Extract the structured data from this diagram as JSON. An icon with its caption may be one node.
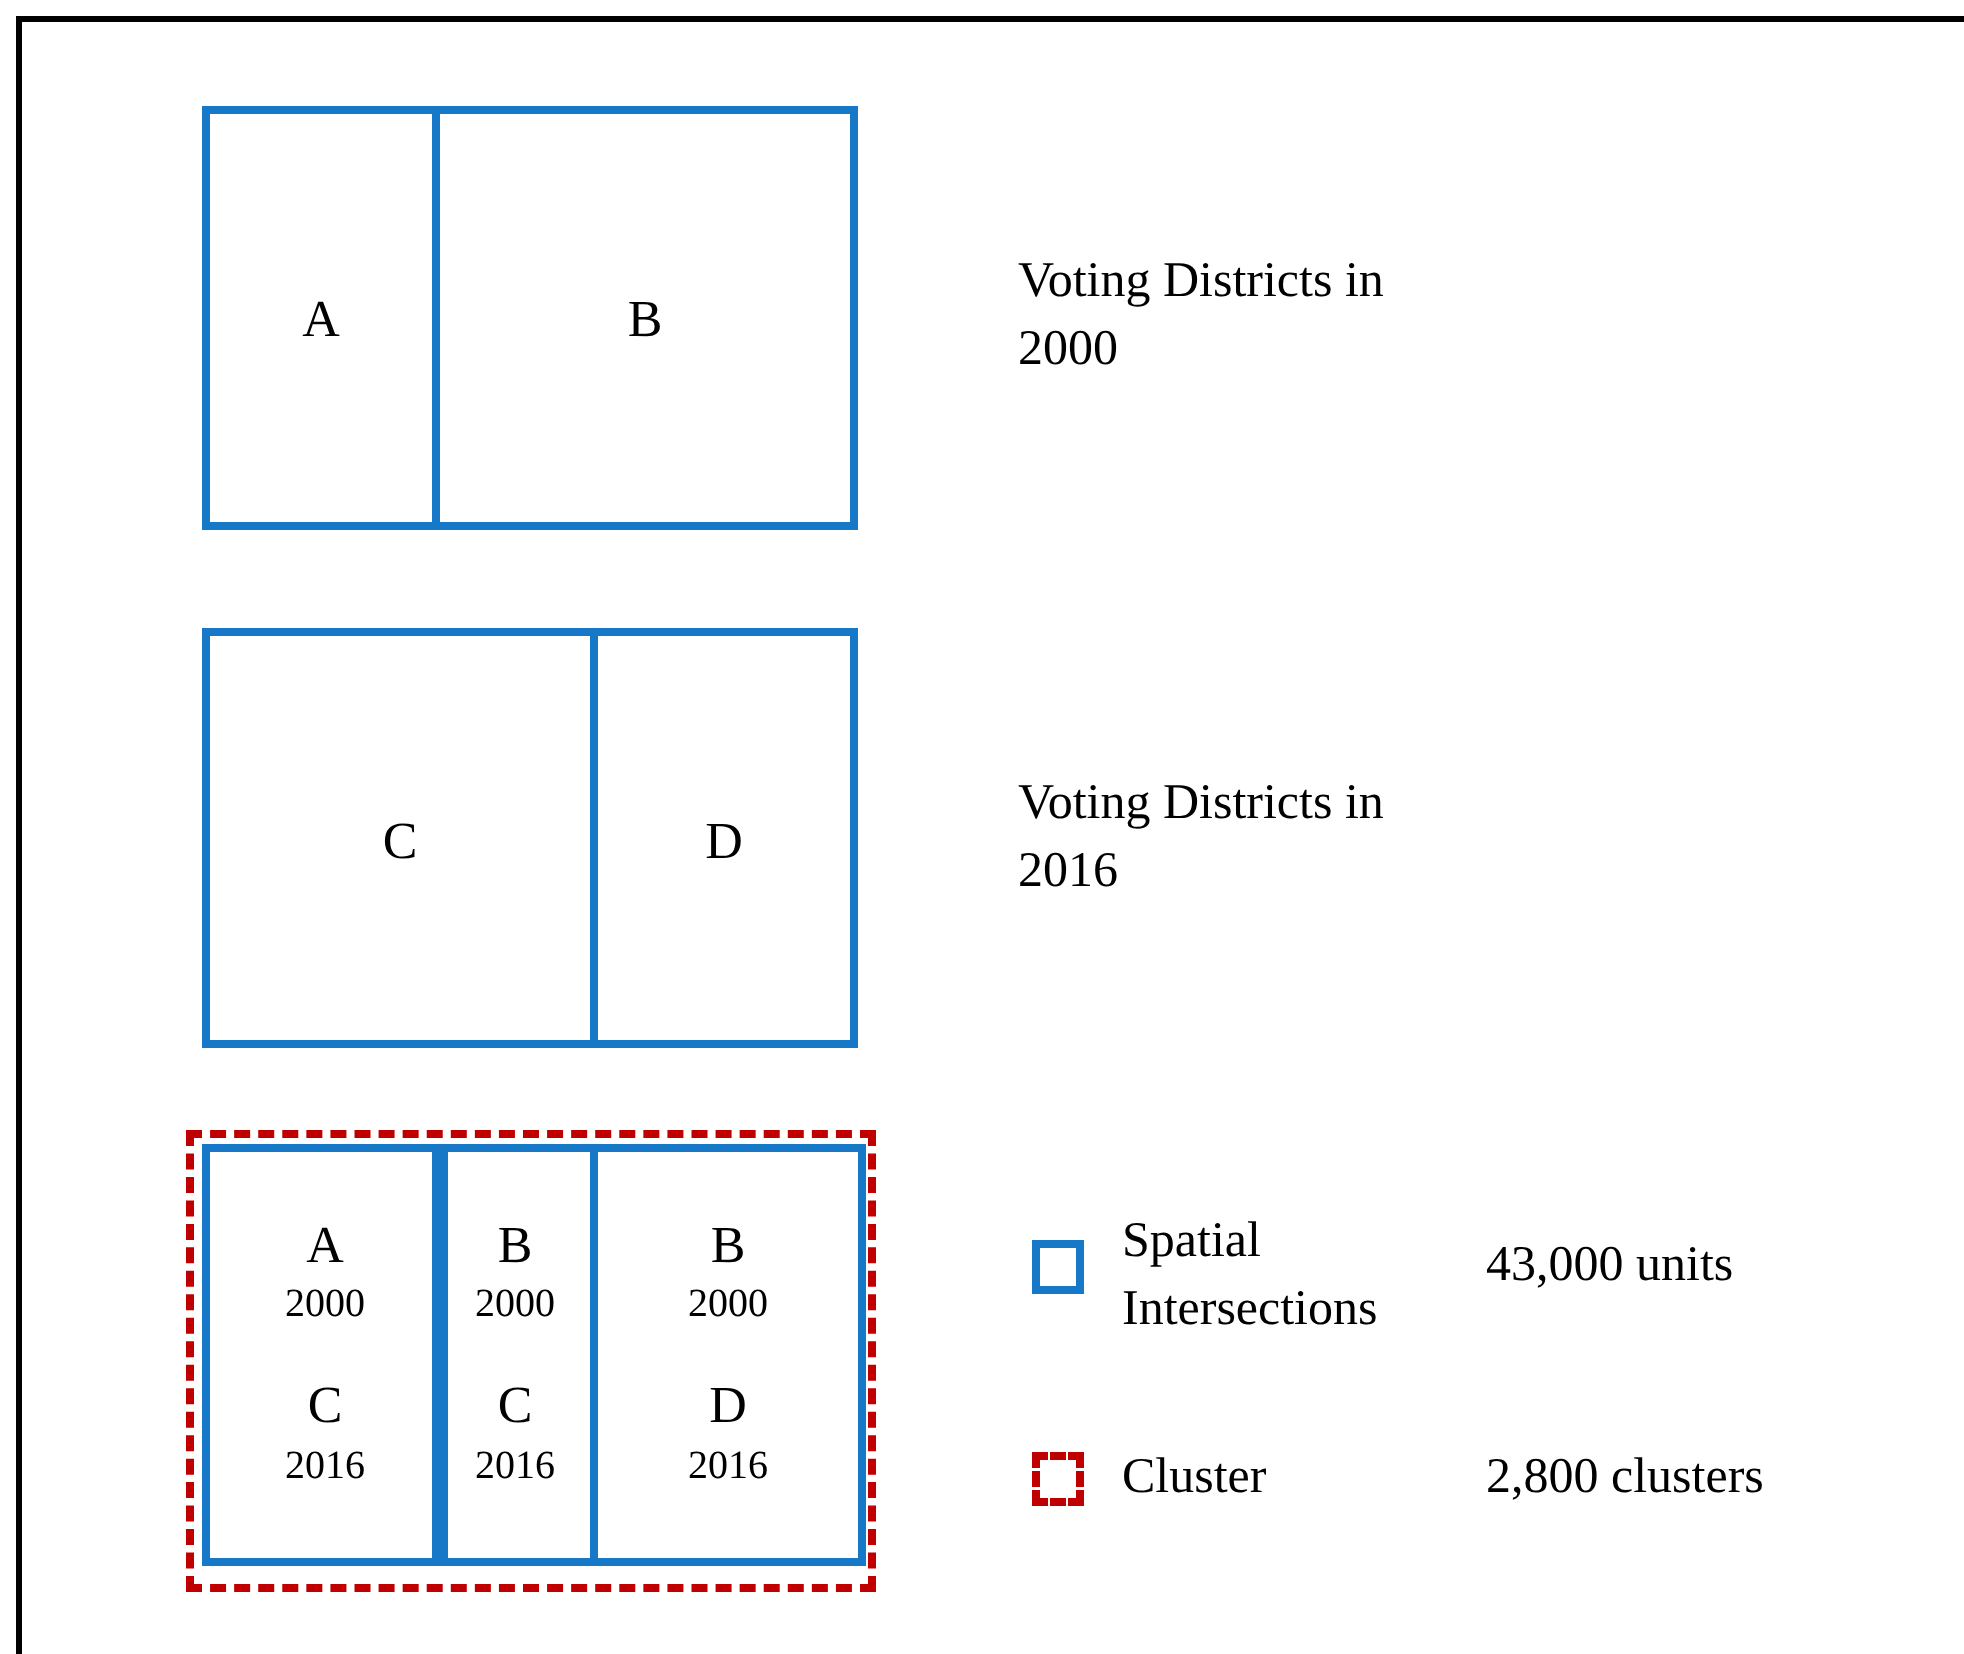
{
  "diagram": {
    "nodes": [
      {
        "text": [
          "A"
        ]
      },
      {
        "text": [
          "B"
        ]
      },
      {
        "text": [
          "C"
        ]
      },
      {
        "text": [
          "D"
        ]
      },
      {
        "text": [],
        "shape": "box"
      },
      {
        "text": [
          "A",
          "2000",
          "C",
          "2016"
        ],
        "in": 4
      },
      {
        "text": [
          "B",
          "2000",
          "C",
          "2016"
        ],
        "in": 4
      },
      {
        "text": [
          "B",
          "2000",
          "D",
          "2016"
        ],
        "in": 4
      }
    ],
    "edges": [],
    "labels": [
      "Voting Districts in 2000",
      "Voting Districts in 2016",
      "43,000 units",
      "2,800 clusters"
    ],
    "legend": [
      {
        "text": "Spatial Intersections"
      },
      {
        "text": "Cluster"
      }
    ]
  }
}
